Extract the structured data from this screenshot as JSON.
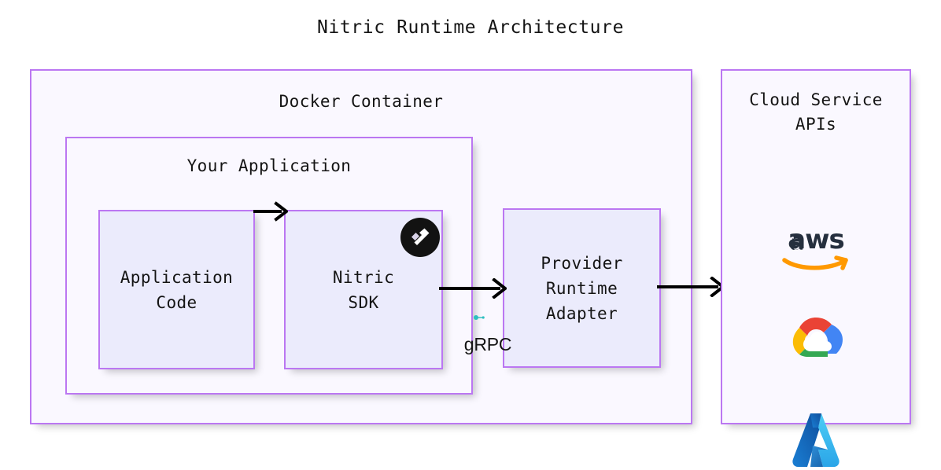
{
  "title": "Nitric Runtime Architecture",
  "colors": {
    "box_border": "#bb77f2",
    "container_fill": "#faf8ff",
    "leaf_fill": "#ebebfc",
    "page_background": "#ffffff",
    "text": "#141414",
    "arrow": "#000000",
    "grpc_accent": "#2dbfbf",
    "aws_text": "#252f3e",
    "aws_arrow": "#f90",
    "gcp_red": "#ea4335",
    "gcp_blue": "#4285f4",
    "gcp_yellow": "#fbbc05",
    "gcp_green": "#34a853",
    "azure_light": "#37c2f0",
    "azure_dark": "#0f5ba8",
    "nitric_badge": "#121212",
    "nitric_mark": "#ffffff"
  },
  "docker_container": {
    "label": "Docker Container"
  },
  "your_application": {
    "label": "Your Application",
    "boxes": [
      {
        "label": "Application\nCode"
      },
      {
        "label": "Nitric\nSDK",
        "badge_icon": "nitric-logo-icon"
      }
    ]
  },
  "provider_adapter": {
    "label": "Provider\nRuntime\nAdapter"
  },
  "cloud_service": {
    "label": "Cloud Service\nAPIs",
    "providers": [
      {
        "name": "aws",
        "icon": "aws-logo-icon"
      },
      {
        "name": "google-cloud",
        "icon": "google-cloud-logo-icon"
      },
      {
        "name": "azure",
        "icon": "azure-logo-icon"
      }
    ]
  },
  "connections": [
    {
      "from": "Application Code",
      "to": "Nitric SDK",
      "label": ""
    },
    {
      "from": "Nitric SDK",
      "to": "Provider Runtime Adapter",
      "label": "gRPC"
    },
    {
      "from": "Provider Runtime Adapter",
      "to": "Cloud Service APIs",
      "label": ""
    }
  ],
  "grpc": {
    "label": "gRPC"
  }
}
